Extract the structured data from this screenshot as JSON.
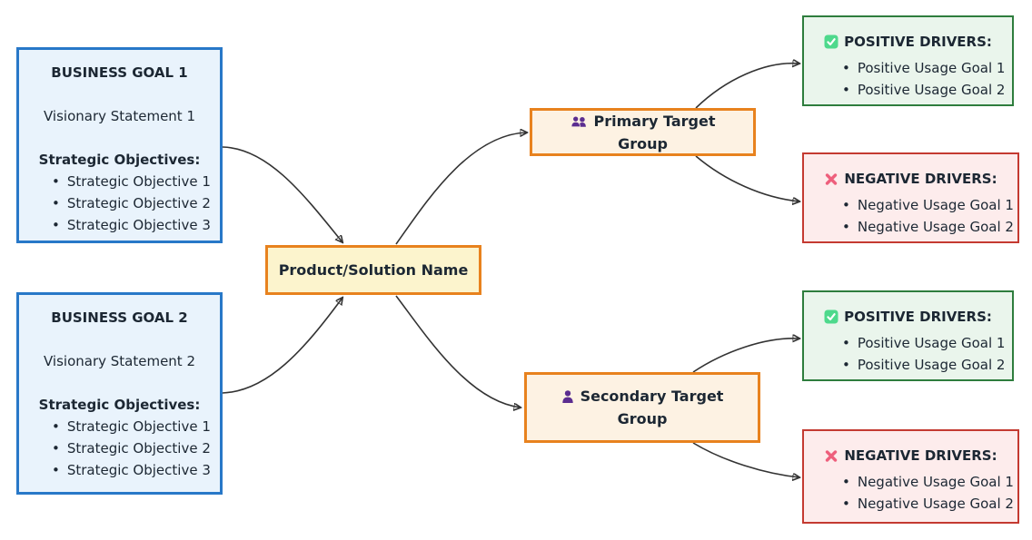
{
  "nodes": {
    "business_goal_1": {
      "title": "BUSINESS GOAL 1",
      "vision": "Visionary Statement 1",
      "objectives_heading": "Strategic Objectives:",
      "objectives": [
        "Strategic Objective 1",
        "Strategic Objective 2",
        "Strategic Objective 3"
      ]
    },
    "business_goal_2": {
      "title": "BUSINESS GOAL 2",
      "vision": "Visionary Statement 2",
      "objectives_heading": "Strategic Objectives:",
      "objectives": [
        "Strategic Objective 1",
        "Strategic Objective 2",
        "Strategic Objective 3"
      ]
    },
    "product": {
      "label": "Product/Solution Name"
    },
    "primary_group": {
      "label": "Primary Target Group",
      "icon": "people-icon"
    },
    "secondary_group": {
      "label": "Secondary Target Group",
      "icon": "person-icon"
    },
    "primary_positive": {
      "heading": "POSITIVE DRIVERS:",
      "icon": "check-icon",
      "items": [
        "Positive Usage Goal 1",
        "Positive Usage Goal 2"
      ]
    },
    "primary_negative": {
      "heading": "NEGATIVE DRIVERS:",
      "icon": "cross-icon",
      "items": [
        "Negative Usage Goal 1",
        "Negative Usage Goal 2"
      ]
    },
    "secondary_positive": {
      "heading": "POSITIVE DRIVERS:",
      "icon": "check-icon",
      "items": [
        "Positive Usage Goal 1",
        "Positive Usage Goal 2"
      ]
    },
    "secondary_negative": {
      "heading": "NEGATIVE DRIVERS:",
      "icon": "cross-icon",
      "items": [
        "Negative Usage Goal 1",
        "Negative Usage Goal 2"
      ]
    }
  },
  "edges": [
    {
      "from": "business-goal-1",
      "to": "product"
    },
    {
      "from": "business-goal-2",
      "to": "product"
    },
    {
      "from": "product",
      "to": "primary-target-group"
    },
    {
      "from": "product",
      "to": "secondary-target-group"
    },
    {
      "from": "primary-target-group",
      "to": "primary-positive-drivers"
    },
    {
      "from": "primary-target-group",
      "to": "primary-negative-drivers"
    },
    {
      "from": "secondary-target-group",
      "to": "secondary-positive-drivers"
    },
    {
      "from": "secondary-target-group",
      "to": "secondary-negative-drivers"
    }
  ],
  "colors": {
    "goal_fill": "#e9f3fc",
    "goal_border": "#2878c8",
    "product_fill": "#fcf4cd",
    "product_border": "#e8821e",
    "group_fill": "#fdf2e3",
    "group_border": "#e8821e",
    "positive_fill": "#eaf5ec",
    "positive_border": "#2e7d3d",
    "negative_fill": "#fdecec",
    "negative_border": "#c43a31",
    "person_icon": "#5b2d90",
    "check_icon": "#4ed98c",
    "cross_icon": "#ee5f7c",
    "arrow": "#333333",
    "text": "#1c2733"
  }
}
